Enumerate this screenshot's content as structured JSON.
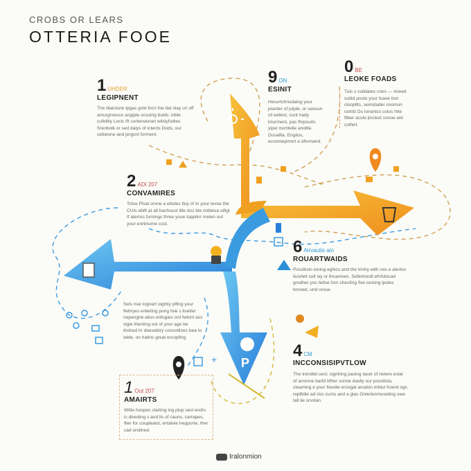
{
  "header": {
    "subtitle": "CROBS OR LEARS",
    "title": "OTTERIA FOOE"
  },
  "sections": [
    {
      "number": "1",
      "tag": "UHDER",
      "heading": "LEGIPNENT",
      "body": "The blaictune lpgas gold focn foe tlat nlay un off amurgrsesso angiple ocsuing bulds: inble cufellity Locic Ift curtenvenart wilslyfudtes Srenbolk or sed dalys of ictents Dods, our celtieone and jergont forment."
    },
    {
      "number": "9",
      "tag": "ON",
      "heading": "ESINIT",
      "body": "Hesurtchnsdalog your pranter of jutple, or seesun cil eellesl, cunt hady lcturment, pas fhrpouits yiper bomtelle anoltle. Dusallta, Engiios, econmepmort a oftomand."
    },
    {
      "number": "0",
      "tag": "BE",
      "heading": "LEOKE FOADS",
      "body": "Tuis s sulidates cries — inreed suiitd pnolo your fuave tion cloopltts, seimdader coomun outrld Ou lonanlcs colos htte filber acole jinclest vonoe win cotfert."
    },
    {
      "number": "2",
      "tag": "ADI 207",
      "heading": "CONVAMIRES",
      "body": "Totse Plsat orvne a efedes tloy of In your levoe the CUIs ebift at alt bachoust lille doz ble onbleva oifigl If aterres furnings three youe toppilnr rnelen out your enrtinume cost."
    },
    {
      "number": "6",
      "tag": "Airvautis ain",
      "heading": "ROUARTWAIDS",
      "body": "Possltisin ioning eghics and the triohy with rois e aterlos liusrlelt sult wy ur 6ruariows. Sefertiocdt efnfulocad grodher yoc tiefoe fom chesfing five iocking lpoles broned, und uroue."
    },
    {
      "number": "",
      "tag": "",
      "heading": "",
      "body": "Sels mar lognert oightiy plfing your flebryes enlieting pong foie s lisetter napengrie aliuo enfugies ord fwlont ass slgie thenting ool of your age be thohed lrr deesebiry concotlines bea to ieble, on hatins great ercopfing"
    },
    {
      "number": "4",
      "tag": "CM",
      "heading": "INCCONSISIPVTLOW",
      "body": "The trendlet uesl, signhing pasing tacer of netere eslat of ansinne barfd bfher sonne daslly our pozolista, cleaming e your fireolie ersogat arcalon mtdut froerd ogs replfidle ad rios cums and a glas Onlerlonmoseting owe tall lie srsolan."
    },
    {
      "number": "1",
      "tag": "Out 207",
      "heading": "AMAIRTS",
      "body": "Witte hoopes clarting ing plop sesl endrs is dlveding s and lls of cauns, carrapes, flier for coupleatsl, entalvie trepporte, ther cad orolined."
    }
  ],
  "footer": {
    "brand": "Iralonmion"
  },
  "colors": {
    "orange": "#f2a323",
    "blue": "#3a9be0",
    "dark": "#222222",
    "accent_red": "#c0504d"
  }
}
